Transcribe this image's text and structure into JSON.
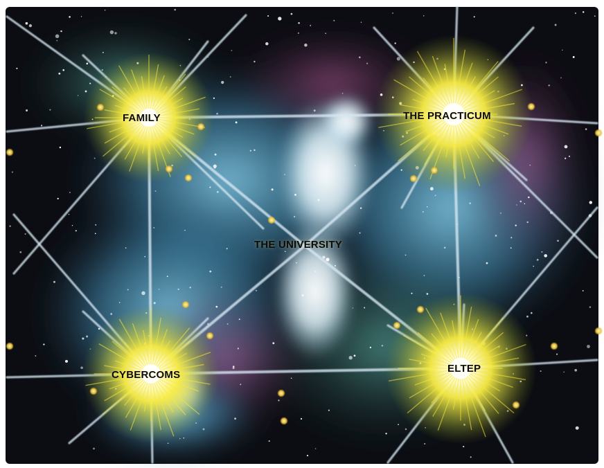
{
  "nodes": [
    {
      "id": "family",
      "label": "FAMILY"
    },
    {
      "id": "practicum",
      "label": "THE PRACTICUM"
    },
    {
      "id": "university",
      "label": "THE UNIVERSITY"
    },
    {
      "id": "cybercoms",
      "label": "CYBERCOMS"
    },
    {
      "id": "eltep",
      "label": "ELTEP"
    }
  ],
  "colors": {
    "space": "#0a0b10",
    "nebula_blue": "#4f9fc4",
    "nebula_white": "#eef7fb",
    "nebula_magenta": "#8a3f78",
    "star_glow": "#f7ec47",
    "ray": "#d6e8f4",
    "label_text": "#0b0b0b"
  },
  "edges": [
    [
      "family",
      "practicum"
    ],
    [
      "family",
      "university"
    ],
    [
      "family",
      "cybercoms"
    ],
    [
      "practicum",
      "university"
    ],
    [
      "practicum",
      "eltep"
    ],
    [
      "university",
      "cybercoms"
    ],
    [
      "university",
      "eltep"
    ],
    [
      "cybercoms",
      "eltep"
    ]
  ]
}
